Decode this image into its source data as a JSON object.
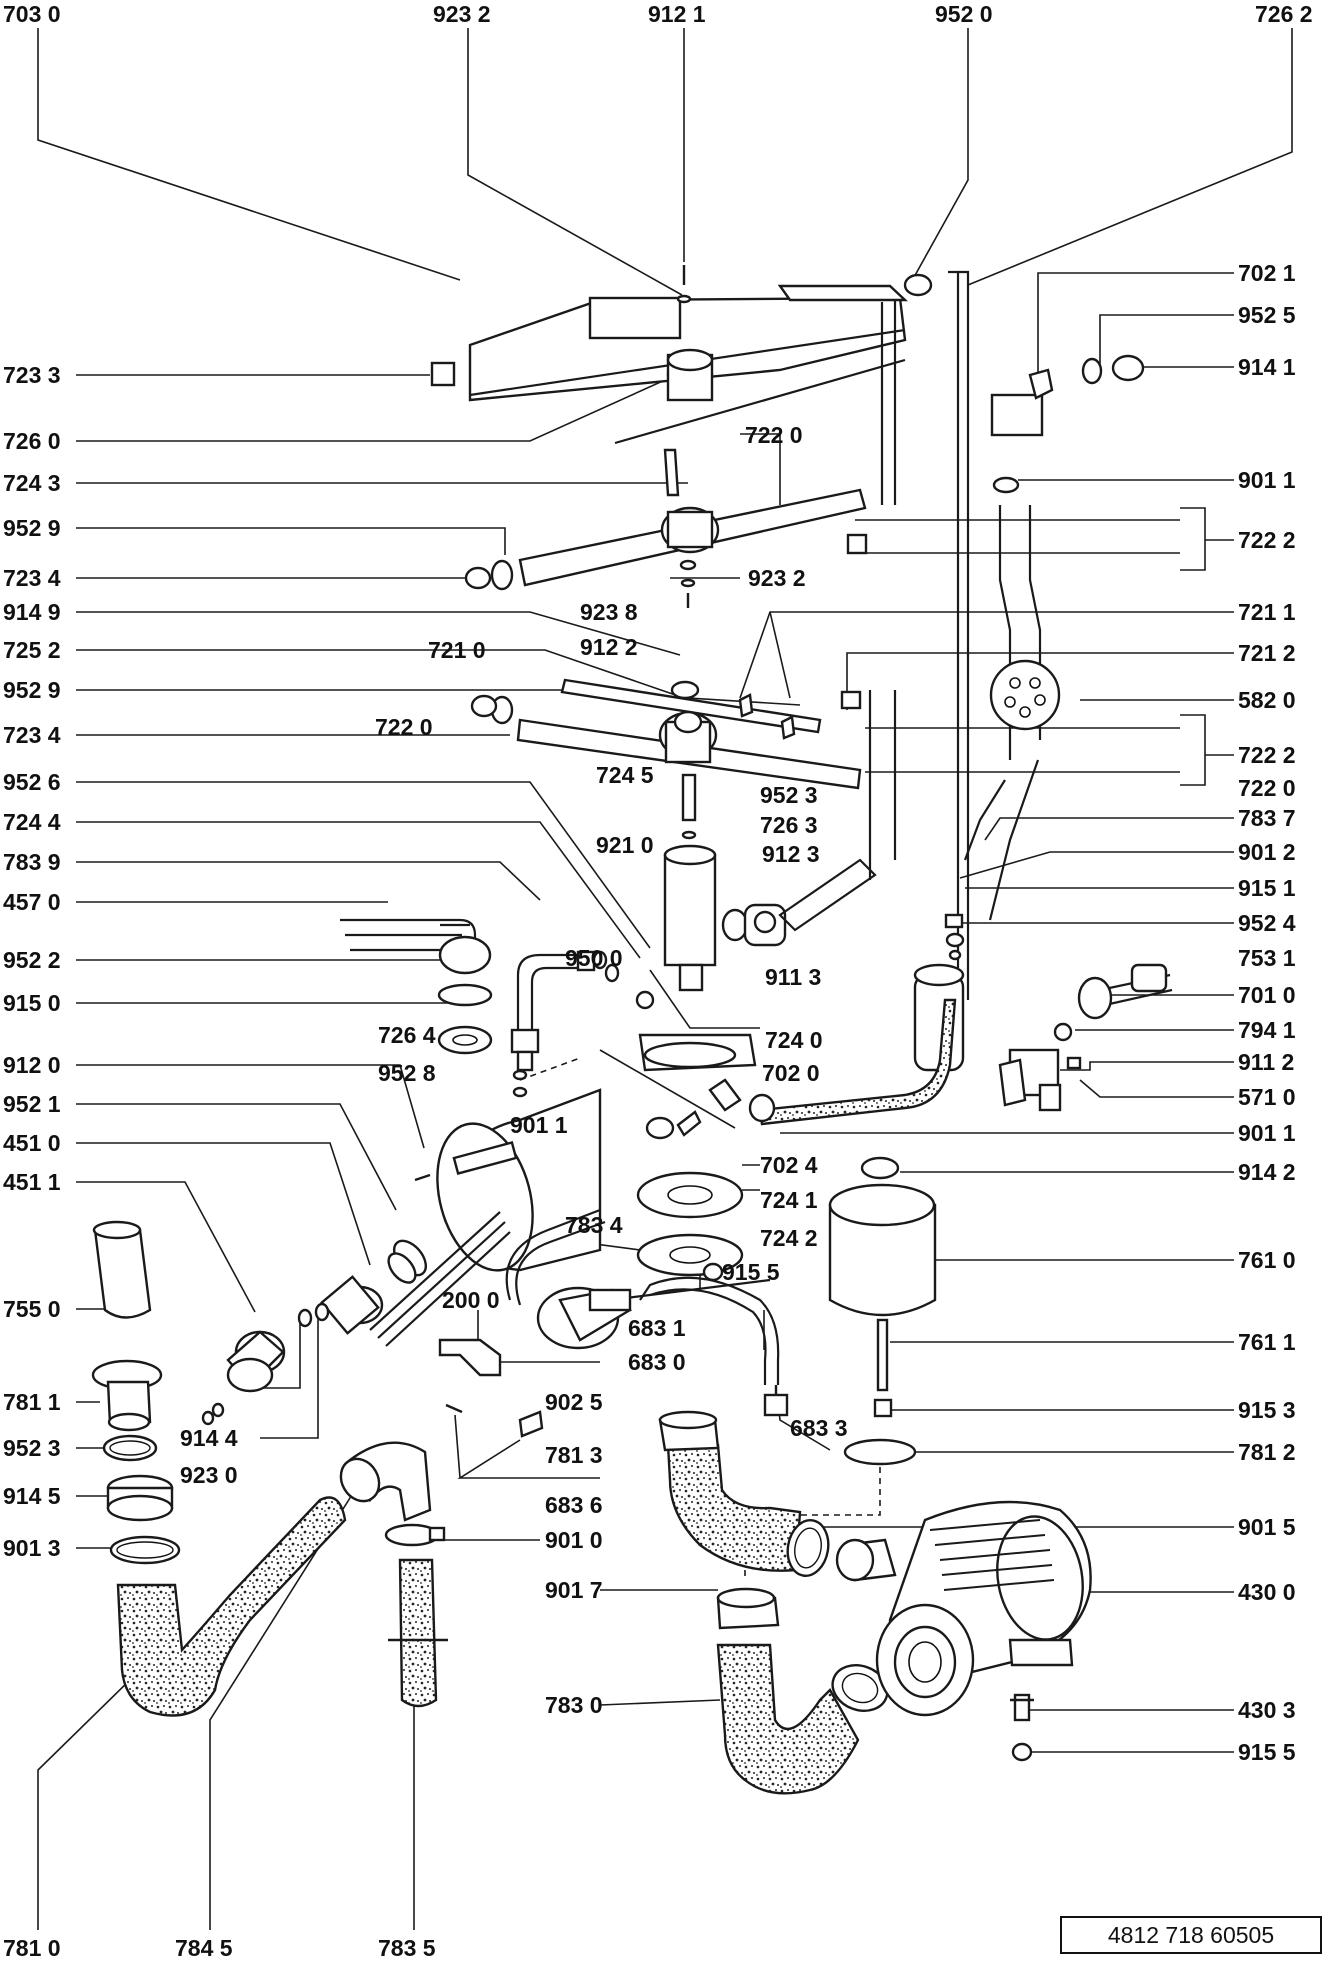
{
  "document_number": "4812 718 60505",
  "labels": [
    {
      "id": "7030",
      "text": "703 0"
    },
    {
      "id": "9232a",
      "text": "923 2"
    },
    {
      "id": "9121",
      "text": "912 1"
    },
    {
      "id": "9520",
      "text": "952 0"
    },
    {
      "id": "7262",
      "text": "726 2"
    },
    {
      "id": "7021",
      "text": "702 1"
    },
    {
      "id": "9525",
      "text": "952 5"
    },
    {
      "id": "9141",
      "text": "914 1"
    },
    {
      "id": "7233",
      "text": "723 3"
    },
    {
      "id": "7260",
      "text": "726 0"
    },
    {
      "id": "7243",
      "text": "724 3"
    },
    {
      "id": "7220a",
      "text": "722 0"
    },
    {
      "id": "9011a",
      "text": "901 1"
    },
    {
      "id": "9529a",
      "text": "952 9"
    },
    {
      "id": "7222a",
      "text": "722 2"
    },
    {
      "id": "7234a",
      "text": "723 4"
    },
    {
      "id": "9232b",
      "text": "923 2"
    },
    {
      "id": "9238",
      "text": "923 8"
    },
    {
      "id": "9149",
      "text": "914 9"
    },
    {
      "id": "7211",
      "text": "721 1"
    },
    {
      "id": "9122",
      "text": "912 2"
    },
    {
      "id": "7252",
      "text": "725 2"
    },
    {
      "id": "7210",
      "text": "721 0"
    },
    {
      "id": "7212",
      "text": "721 2"
    },
    {
      "id": "9529b",
      "text": "952 9"
    },
    {
      "id": "5820",
      "text": "582 0"
    },
    {
      "id": "7234b",
      "text": "723 4"
    },
    {
      "id": "7222b",
      "text": "722 2"
    },
    {
      "id": "7220b",
      "text": "722 0"
    },
    {
      "id": "7220c",
      "text": "722 0"
    },
    {
      "id": "9526",
      "text": "952 6"
    },
    {
      "id": "7245",
      "text": "724 5"
    },
    {
      "id": "7837",
      "text": "783 7"
    },
    {
      "id": "7244",
      "text": "724 4"
    },
    {
      "id": "9523a",
      "text": "952 3"
    },
    {
      "id": "7263",
      "text": "726 3"
    },
    {
      "id": "9210",
      "text": "921 0"
    },
    {
      "id": "9012",
      "text": "901 2"
    },
    {
      "id": "7839",
      "text": "783 9"
    },
    {
      "id": "9123",
      "text": "912 3"
    },
    {
      "id": "9151",
      "text": "915 1"
    },
    {
      "id": "4570",
      "text": "457 0"
    },
    {
      "id": "9524",
      "text": "952 4"
    },
    {
      "id": "9522",
      "text": "952 2"
    },
    {
      "id": "7531",
      "text": "753 1"
    },
    {
      "id": "9500",
      "text": "950 0"
    },
    {
      "id": "9113",
      "text": "911 3"
    },
    {
      "id": "9150",
      "text": "915 0"
    },
    {
      "id": "7010",
      "text": "701 0"
    },
    {
      "id": "7264",
      "text": "726 4"
    },
    {
      "id": "7240",
      "text": "724 0"
    },
    {
      "id": "7941",
      "text": "794 1"
    },
    {
      "id": "9120",
      "text": "912 0"
    },
    {
      "id": "9528",
      "text": "952 8"
    },
    {
      "id": "7020",
      "text": "702 0"
    },
    {
      "id": "9112",
      "text": "911 2"
    },
    {
      "id": "5710",
      "text": "571 0"
    },
    {
      "id": "9521",
      "text": "952 1"
    },
    {
      "id": "9011b",
      "text": "901 1"
    },
    {
      "id": "9011c",
      "text": "901 1"
    },
    {
      "id": "4510",
      "text": "451 0"
    },
    {
      "id": "7024",
      "text": "702 4"
    },
    {
      "id": "9142",
      "text": "914 2"
    },
    {
      "id": "4511",
      "text": "451 1"
    },
    {
      "id": "7241",
      "text": "724 1"
    },
    {
      "id": "7834",
      "text": "783 4"
    },
    {
      "id": "7242",
      "text": "724 2"
    },
    {
      "id": "7610",
      "text": "761 0"
    },
    {
      "id": "2000",
      "text": "200 0"
    },
    {
      "id": "9155a",
      "text": "915 5"
    },
    {
      "id": "7550",
      "text": "755 0"
    },
    {
      "id": "6831",
      "text": "683 1"
    },
    {
      "id": "6830",
      "text": "683 0"
    },
    {
      "id": "7611",
      "text": "761 1"
    },
    {
      "id": "7811",
      "text": "781 1"
    },
    {
      "id": "9025",
      "text": "902 5"
    },
    {
      "id": "9153",
      "text": "915 3"
    },
    {
      "id": "9144",
      "text": "914 4"
    },
    {
      "id": "6833",
      "text": "683 3"
    },
    {
      "id": "9523b",
      "text": "952 3"
    },
    {
      "id": "7813",
      "text": "781 3"
    },
    {
      "id": "7812",
      "text": "781 2"
    },
    {
      "id": "9230",
      "text": "923 0"
    },
    {
      "id": "9145",
      "text": "914 5"
    },
    {
      "id": "6836",
      "text": "683 6"
    },
    {
      "id": "9015",
      "text": "901 5"
    },
    {
      "id": "9013",
      "text": "901 3"
    },
    {
      "id": "9010",
      "text": "901 0"
    },
    {
      "id": "9017",
      "text": "901 7"
    },
    {
      "id": "4300",
      "text": "430 0"
    },
    {
      "id": "7830",
      "text": "783 0"
    },
    {
      "id": "4303",
      "text": "430 3"
    },
    {
      "id": "9155b",
      "text": "915 5"
    },
    {
      "id": "7810",
      "text": "781 0"
    },
    {
      "id": "7845",
      "text": "784 5"
    },
    {
      "id": "7835",
      "text": "783 5"
    }
  ]
}
